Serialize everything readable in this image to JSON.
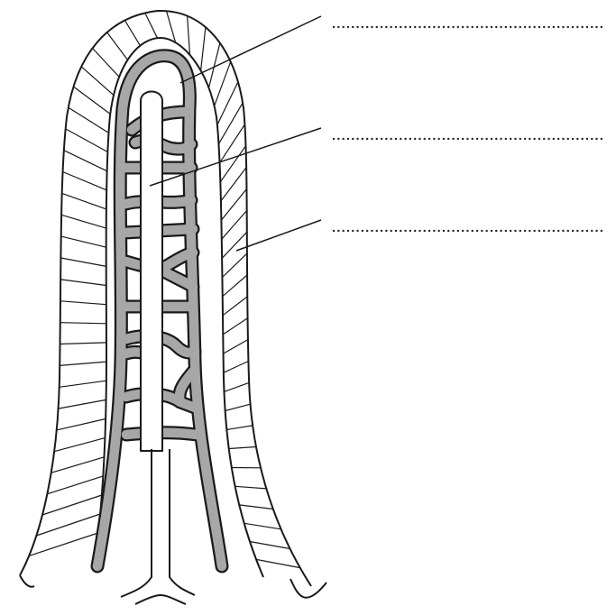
{
  "diagram": {
    "subject": "villus",
    "labels": [
      {
        "id": "label-1",
        "text": "",
        "target": "capillary-network"
      },
      {
        "id": "label-2",
        "text": "",
        "target": "lacteal"
      },
      {
        "id": "label-3",
        "text": "",
        "target": "epithelium"
      }
    ],
    "colors": {
      "outline": "#1a1a1a",
      "capillary_fill": "#a7a7a7",
      "background": "#ffffff",
      "blank_line": "#2a2a2a"
    }
  }
}
